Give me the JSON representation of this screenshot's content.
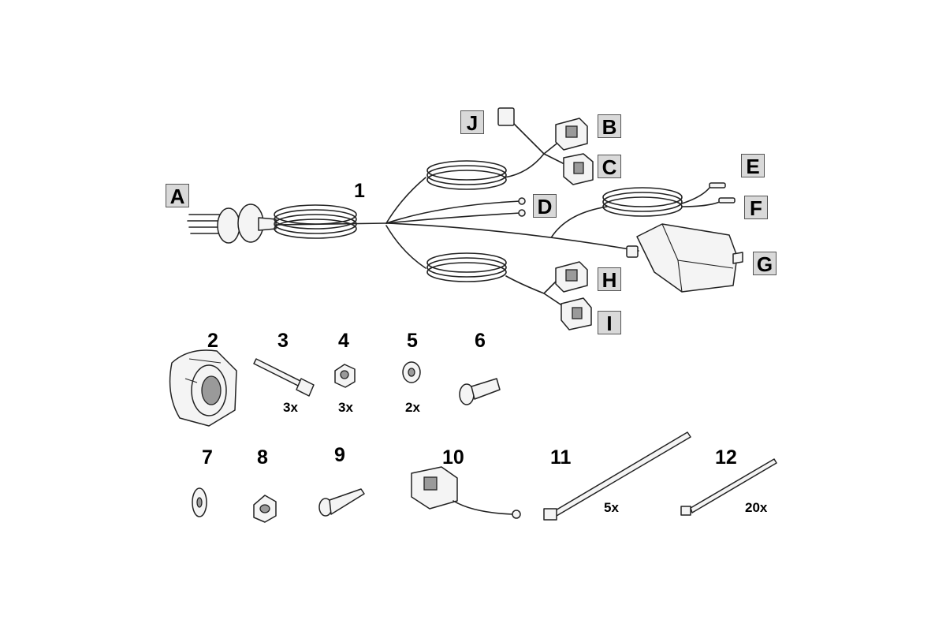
{
  "harness": {
    "part_number": "1",
    "connector_labels": [
      "A",
      "B",
      "C",
      "D",
      "E",
      "F",
      "G",
      "H",
      "I",
      "J"
    ]
  },
  "parts": [
    {
      "number": "2",
      "quantity": ""
    },
    {
      "number": "3",
      "quantity": "3x"
    },
    {
      "number": "4",
      "quantity": "3x"
    },
    {
      "number": "5",
      "quantity": "2x"
    },
    {
      "number": "6",
      "quantity": ""
    },
    {
      "number": "7",
      "quantity": ""
    },
    {
      "number": "8",
      "quantity": ""
    },
    {
      "number": "9",
      "quantity": ""
    },
    {
      "number": "10",
      "quantity": ""
    },
    {
      "number": "11",
      "quantity": "5x"
    },
    {
      "number": "12",
      "quantity": "20x"
    }
  ],
  "colors": {
    "label_box_fill": "#d9d9d9",
    "line": "#222222",
    "background": "#ffffff"
  }
}
